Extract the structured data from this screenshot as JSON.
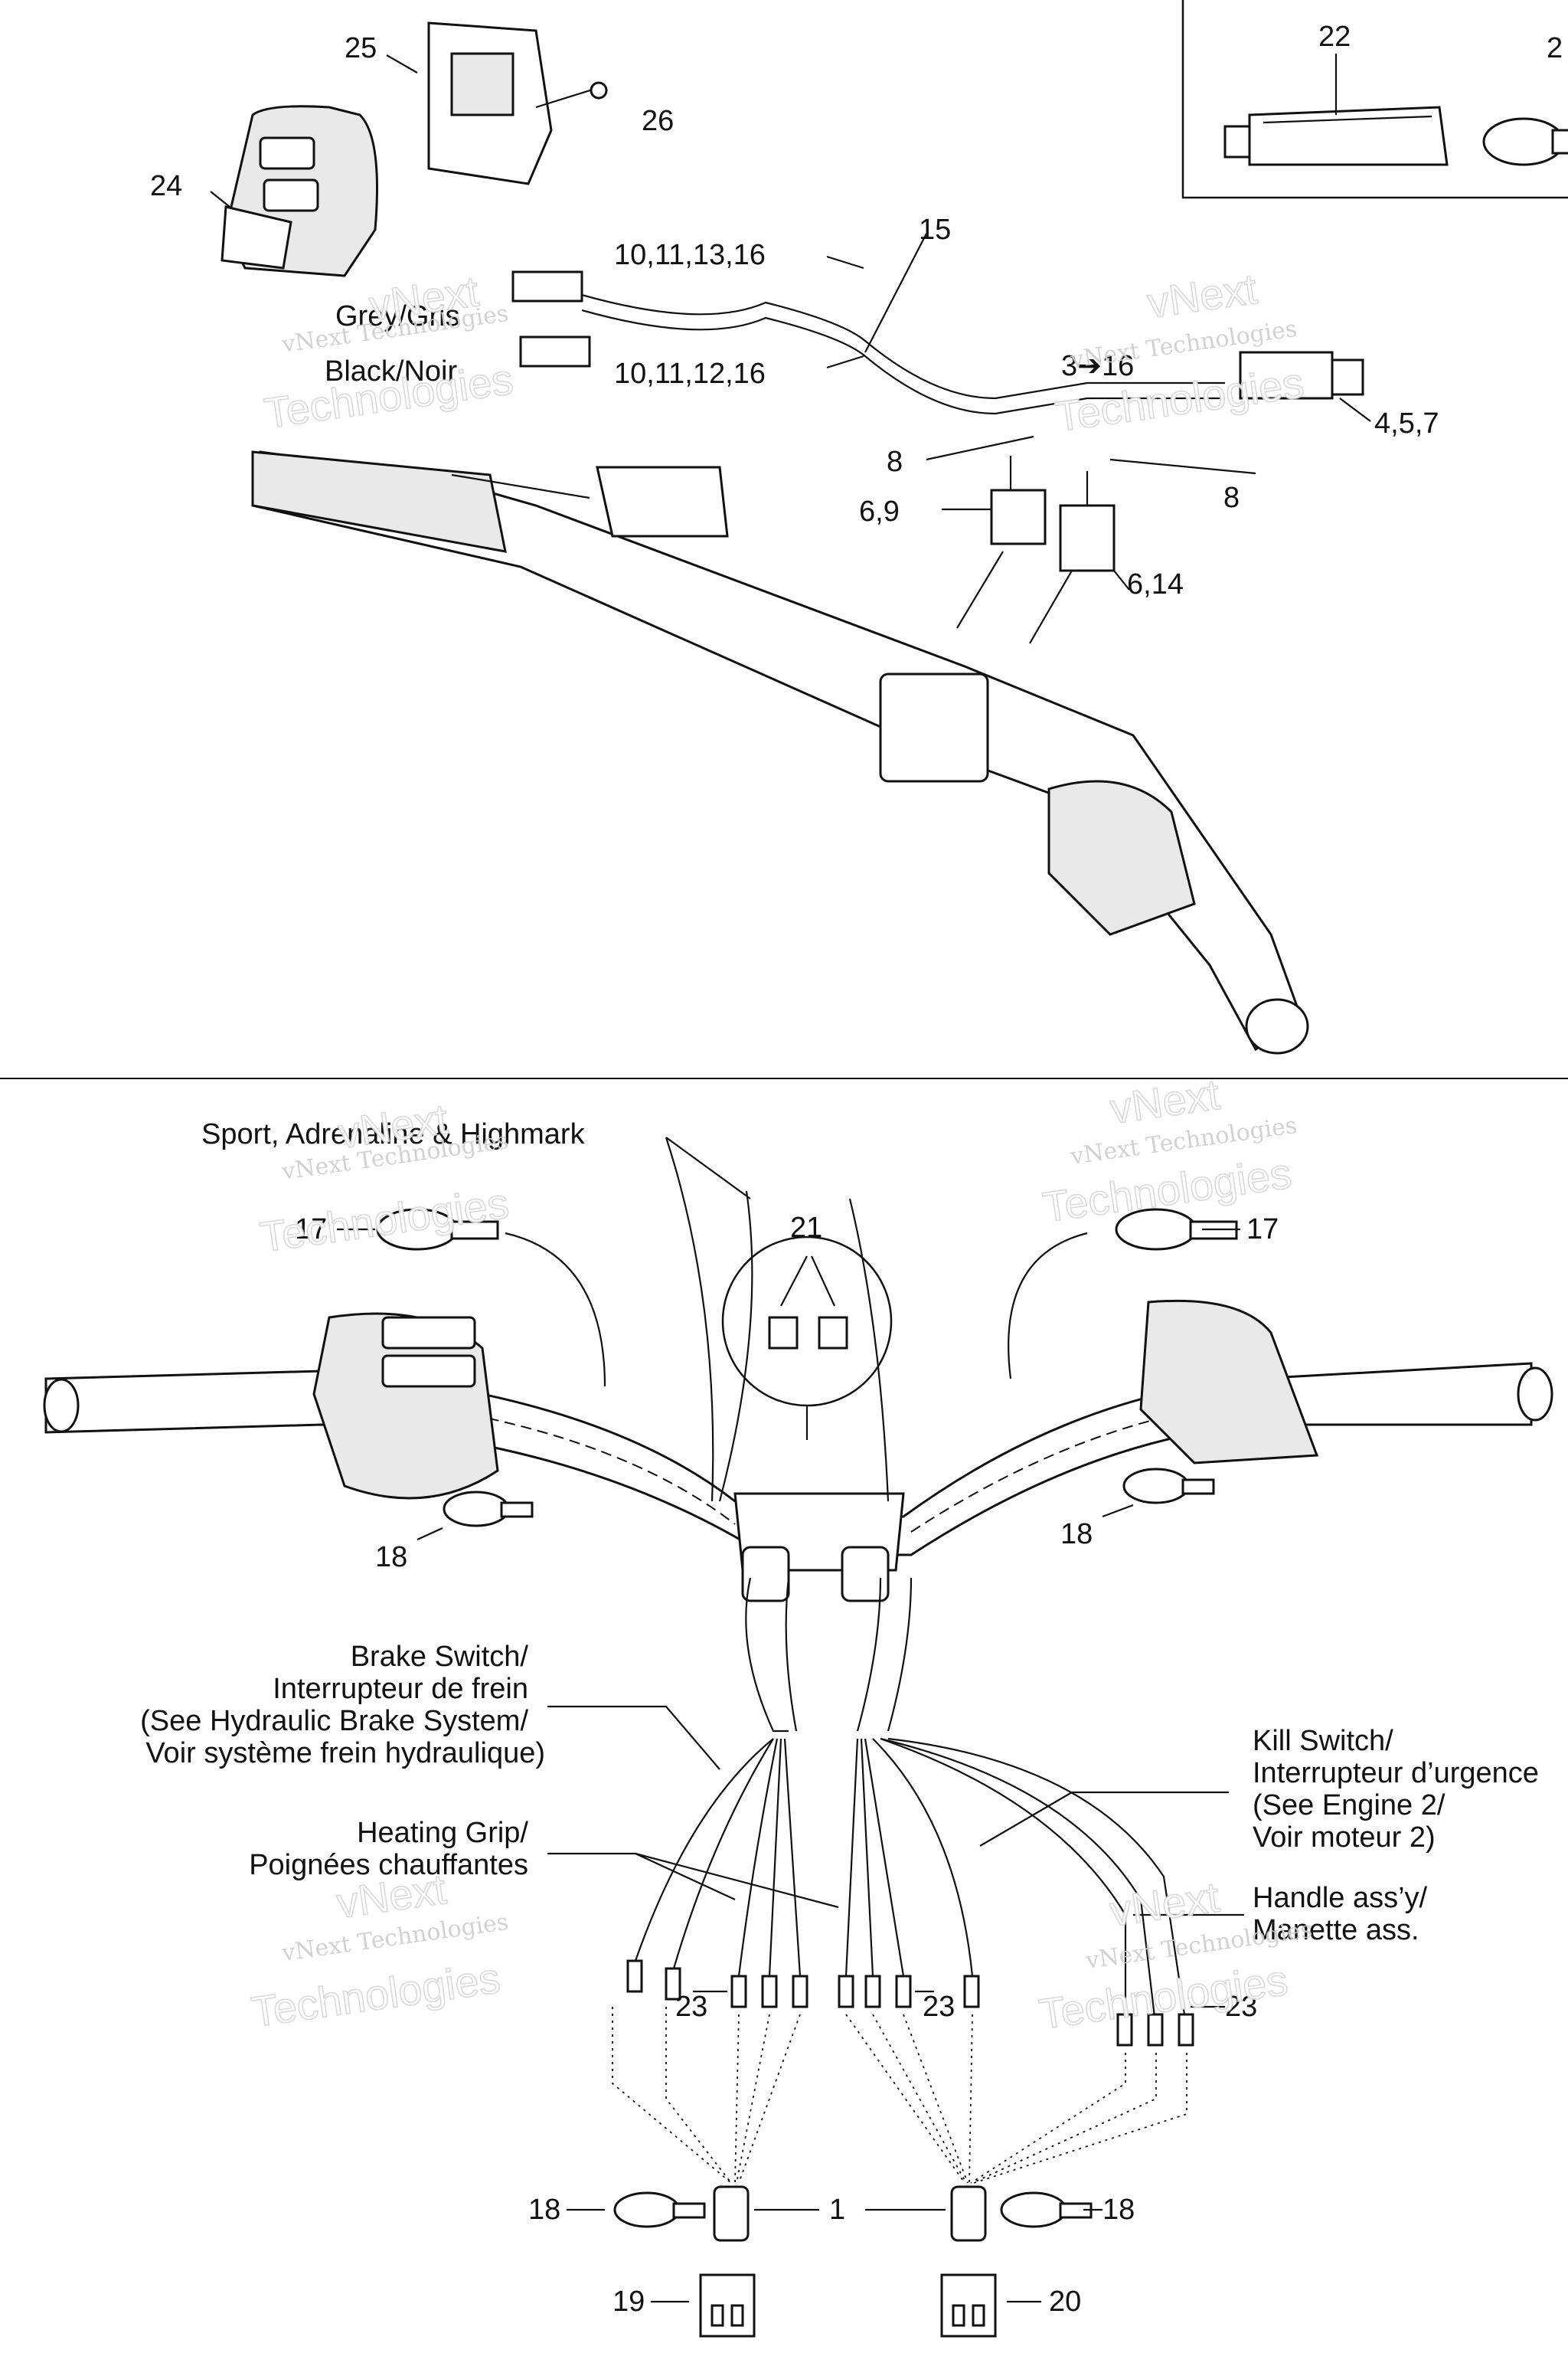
{
  "top_callouts": {
    "c25": "25",
    "c26": "26",
    "c24": "24",
    "c22": "22",
    "c2x": "2",
    "c15": "15",
    "l1": "10,11,13,16",
    "l2": "10,11,12,16",
    "grey": "Grey/Gris",
    "black": "Black/Noir",
    "c3to16": "3➔16",
    "c457": "4,5,7",
    "c8a": "8",
    "c8b": "8",
    "c69": "6,9",
    "c614": "6,14"
  },
  "bottom_callouts": {
    "sport": "Sport, Adrenaline & Highmark",
    "c21": "21",
    "c17a": "17",
    "c17b": "17",
    "c18a": "18",
    "c18b": "18",
    "c18c": "18",
    "c18d": "18",
    "brake": [
      "Brake Switch/",
      "Interrupteur de frein",
      "(See Hydraulic Brake System/",
      "Voir système frein hydraulique)"
    ],
    "heat": [
      "Heating Grip/",
      "Poignées chauffantes"
    ],
    "kill": [
      "Kill Switch/",
      "Interrupteur d’urgence",
      "(See Engine 2/",
      "Voir moteur 2)"
    ],
    "handle": [
      "Handle ass’y/",
      "Manette ass."
    ],
    "c23a": "23",
    "c23b": "23",
    "c23c": "23",
    "c1": "1",
    "c19": "19",
    "c20": "20"
  },
  "watermark": {
    "line1": "vNext Technologies",
    "big1": "vNext",
    "big2": "Technologies"
  }
}
